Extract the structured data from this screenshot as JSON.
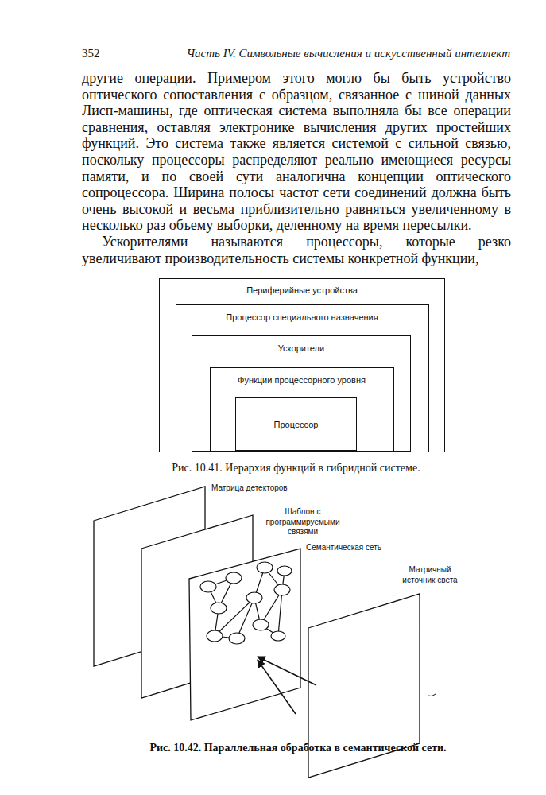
{
  "diagram": {
    "nodes": [
      {
        "text": [
          "Периферийные устройства"
        ]
      },
      {
        "text": [
          "Процессор специального назначения"
        ],
        "in": 0
      },
      {
        "text": [
          "Ускорители"
        ],
        "in": 1
      },
      {
        "text": [
          "Функции процессорного уровня"
        ],
        "in": 2
      },
      {
        "text": [
          "Процессор"
        ],
        "in": 3
      }
    ],
    "labels": [
      "352",
      "Часть IV. Символьные вычисления и искусственный интеллект",
      "другие операции. Примером этого могло бы быть устройство оптического сопоставления с образцом, связанное с шиной данных Лисп-машины, где оптическая система выполняла бы все операции сравнения, оставляя электронике вычисления других простейших функций. Это система также является системой с сильной связью, поскольку процессоры распределяют реально имеющиеся ресурсы памяти, и по своей сути аналогична концепции оптического сопроцессора. Ширина полосы частот сети соединений должна быть очень высокой и весьма приблизительно равняться увеличенному в несколько раз объему выборки, деленному на время пересылки.",
      "Ускорителями называются процессоры, которые резко увеличивают производительность системы конкретной функции,",
      "Рис. 10.41. Иерархия функций в гибридной системе.",
      "Матрица детекторов",
      "Шаблон с программируемыми связями",
      "Семантическая сеть",
      "Матричный источник света",
      "Рис. 10.42. Параллельная обработка в семантической сети."
    ]
  }
}
